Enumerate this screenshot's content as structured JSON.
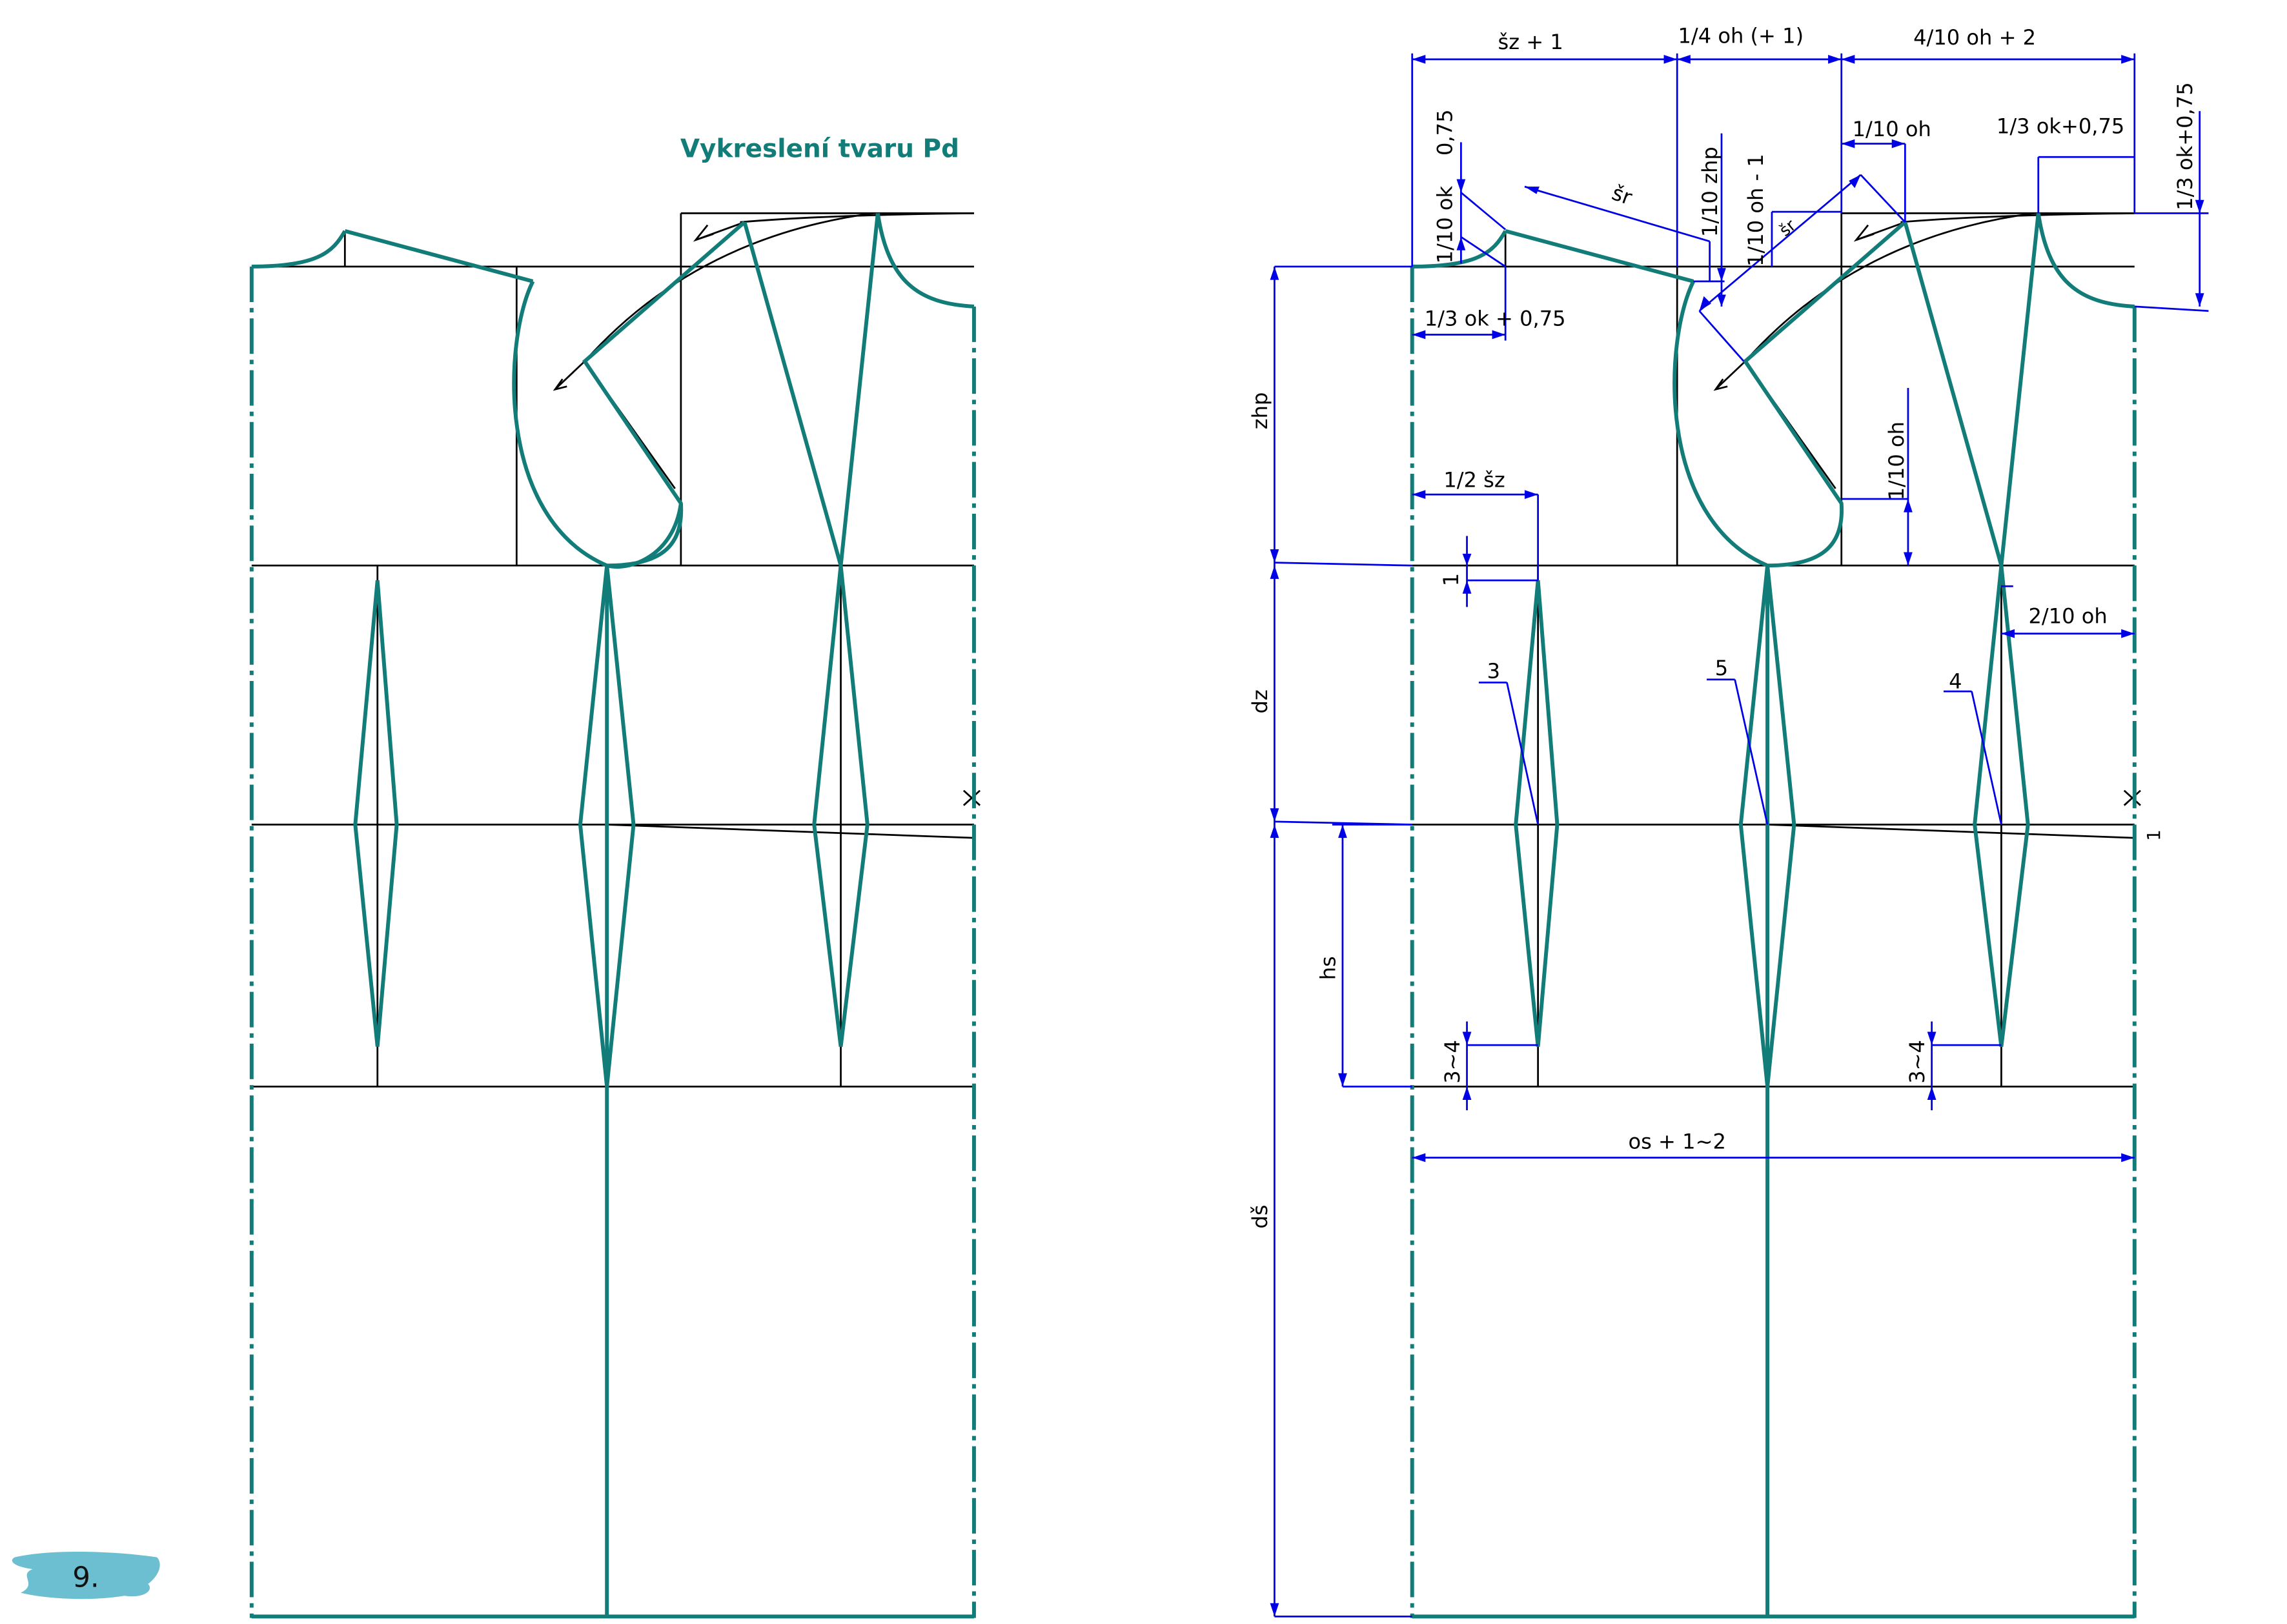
{
  "heading": "Vykreslení tvaru Pd",
  "page_number": "9.",
  "colors": {
    "outline": "#127c78",
    "construction": "#000000",
    "dimension": "#0000e6",
    "heading": "#127c78",
    "badge": "#52b3c9"
  },
  "labels": {
    "sz_plus_1": "šz + 1",
    "quarter_oh": "1/4 oh (+ 1)",
    "four_tenth_oh": "4/10 oh + 2",
    "tenth_ok": "1/10 ok",
    "zero75": "0,75",
    "tenth_zhp": "1/10 zhp",
    "tenth_oh_minus": "1/10 oh - 1",
    "tenth_oh": "1/10 oh",
    "third_ok_075a": "1/3 ok+0,75",
    "third_ok_075b": "1/3 ok+0,75",
    "third_ok_075c": "1/3 ok + 0,75",
    "sr_big": "šr",
    "sr_small": "šr",
    "tenth_oh_vert": "1/10 oh",
    "zhp": "zhp",
    "half_sz": "1/2 šz",
    "one_a": "1",
    "two_tenth_oh": "2/10 oh",
    "dz": "dz",
    "n3": "3",
    "n5": "5",
    "n4": "4",
    "one_b": "1",
    "hs": "hs",
    "three4a": "3~4",
    "three4b": "3~4",
    "os": "os + 1~2",
    "ds": "dš"
  }
}
